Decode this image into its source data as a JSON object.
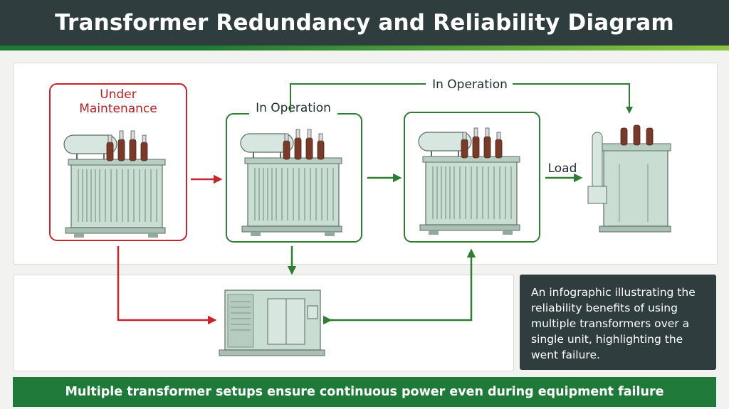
{
  "title": "Transformer Redundancy and Reliability Diagram",
  "units": {
    "maintenance_label_line1": "Under",
    "maintenance_label_line2": "Maintenance",
    "operation_label": "In Operation",
    "top_operation_label": "In Operation",
    "load_label": "Load"
  },
  "info_text": "An infographic illustrating the reliability benefits of using multiple transformers over a single unit, highlighting the went failure.",
  "footer_text": "Multiple transformer setups ensure continuous power even during equipment failure",
  "colors": {
    "maintenance_red": "#c4262b",
    "operation_green": "#2e7d32",
    "header_dark": "#2f3d3f",
    "footer_green": "#1f7a3a",
    "transformer_body": "#c9ddd3"
  }
}
